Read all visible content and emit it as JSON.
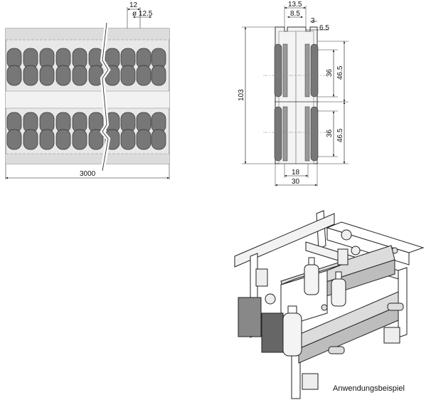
{
  "front_view": {
    "dims": {
      "pitch": "12",
      "roller_dia": "ø 12.5",
      "length": "3000"
    },
    "colors": {
      "roller": "#777777",
      "band_light": "#e3e3e3",
      "band_dark": "#cfcfcf"
    }
  },
  "side_view": {
    "dims": {
      "top_width": "13.5",
      "inner_width": "8.5",
      "lip": "3",
      "flange": "6.5",
      "height": "103",
      "row_inner": "36",
      "row_outer": "46.5",
      "row_inner_2": "36",
      "row_outer_2": "46.5",
      "bottom_inner": "18",
      "bottom_outer": "30"
    }
  },
  "application": {
    "caption": "Anwendungsbeispiel"
  }
}
